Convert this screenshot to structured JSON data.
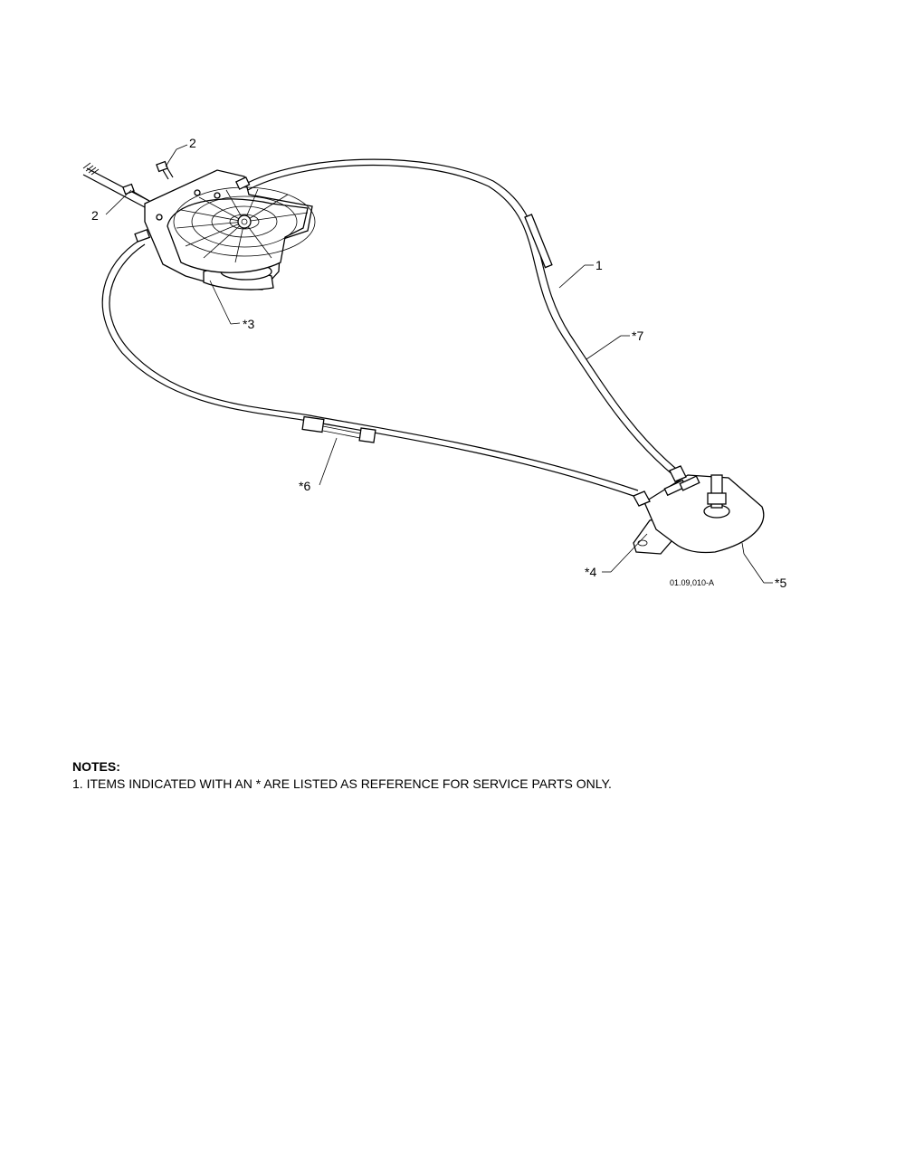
{
  "callouts": {
    "c2a": "2",
    "c2b": "2",
    "c3": "*3",
    "c1": "1",
    "c7": "*7",
    "c6": "*6",
    "c4": "*4",
    "c5": "*5"
  },
  "drawing_id": "01.09,010-A",
  "notes": {
    "title": "NOTES:",
    "items": [
      "1. ITEMS INDICATED WITH AN * ARE LISTED AS REFERENCE FOR SERVICE PARTS ONLY."
    ]
  }
}
